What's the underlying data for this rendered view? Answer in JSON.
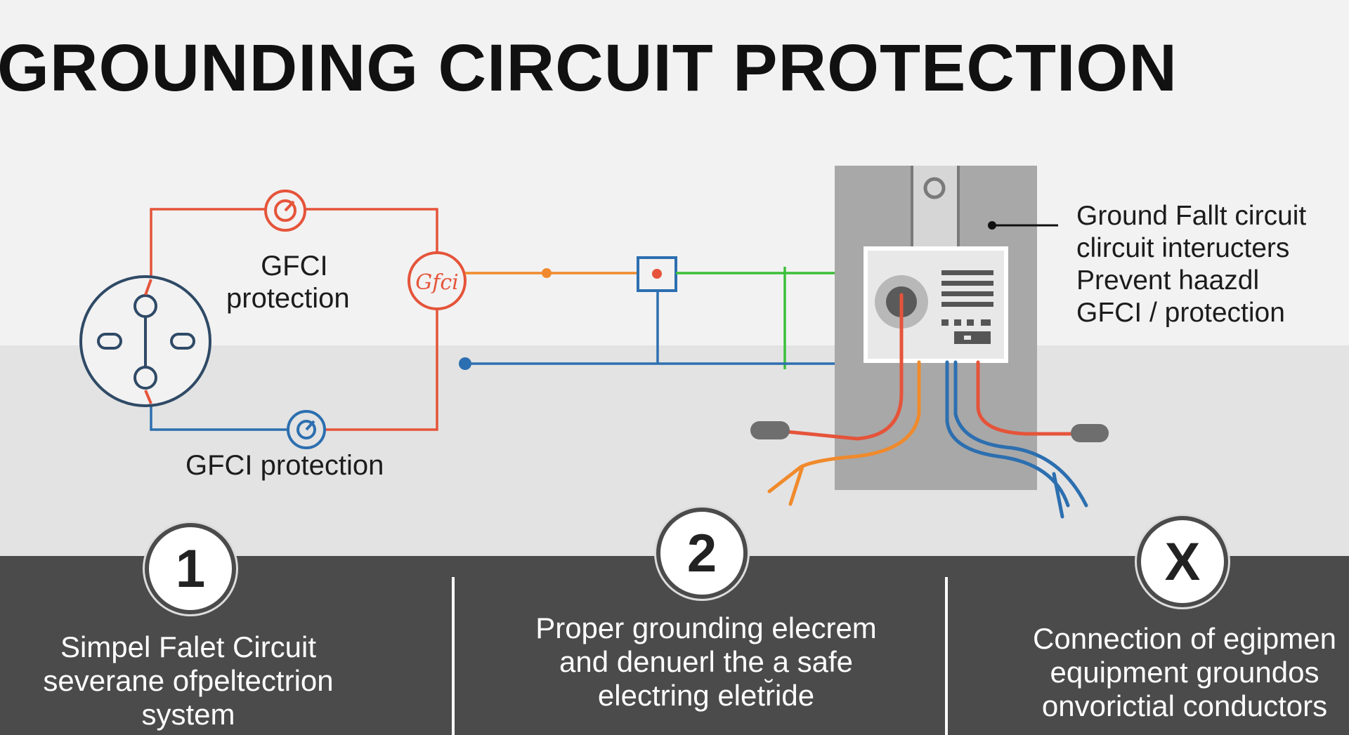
{
  "title": "GROUNDING CIRCUIT PROTECTION",
  "diagram": {
    "gfci_label_top": [
      "GFCI",
      "protection"
    ],
    "gfci_label_bottom": "GFCI protection",
    "gfci_symbol_text": "Gfci",
    "callout_lines": [
      "Ground Fallt circuit",
      "clircuit interucters",
      "Prevent haazdl",
      "GFCI / protection"
    ],
    "colors": {
      "hot_wire": "#e5543a",
      "neutral_wire": "#2c6fb0",
      "ground_wire": "#3cbf3a",
      "orange_wire": "#f08a2c",
      "receptacle_outline": "#2f4a66",
      "panel": "#a8a8a8"
    }
  },
  "steps": [
    {
      "badge": "1",
      "lines": [
        "Simpel Falet Circuit",
        "severane ofpeltectrion",
        "system"
      ]
    },
    {
      "badge": "2",
      "lines": [
        "Proper grounding elecrem",
        "and denuerl the a safe",
        "electring eletr̆ide"
      ]
    },
    {
      "badge": "X",
      "lines": [
        "Connection of egipmen",
        "equipment groundos",
        "onvorictial conductors"
      ]
    }
  ]
}
